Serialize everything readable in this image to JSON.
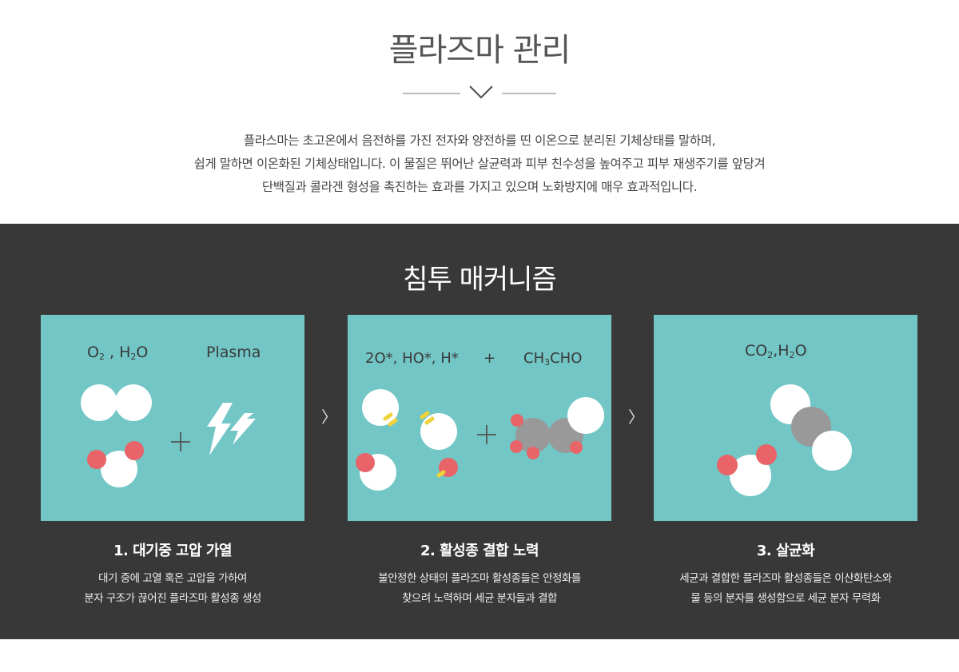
{
  "header": {
    "title": "플라즈마 관리",
    "description": [
      "플라스마는 초고온에서 음전하를 가진 전자와 양전하를 띤 이온으로 분리된 기체상태를 말하며,",
      "쉽게 말하면 이온화된 기체상태입니다. 이 물질은 뛰어난 살균력과 피부 친수성을 높여주고 피부 재생주기를 앞당겨",
      "단백질과 콜라겐 형성을 촉진하는 효과를 가지고 있으며 노화방지에 매우 효과적입니다."
    ]
  },
  "mechanism": {
    "title": "침투 매커니즘",
    "colors": {
      "background": "#383838",
      "card": "#72c6c5",
      "atom_white": "#ffffff",
      "atom_red": "#e86468",
      "atom_gray": "#999999",
      "bond": "#f2d23a"
    },
    "cards": [
      {
        "label_left": {
          "t1": "O",
          "s1": "2",
          "t2": " , H",
          "s2": "2",
          "t3": "O"
        },
        "label_right": "Plasma",
        "title": "1. 대기중 고압 가열",
        "desc": [
          "대기 중에 고열 혹은 고압을 가하여",
          "분자 구조가 끊어진 플라즈마 활성종 생성"
        ]
      },
      {
        "label_left": "2O*, HO*, H*",
        "plus": "+",
        "label_right": {
          "t1": "CH",
          "s1": "3",
          "t2": "CHO"
        },
        "title": "2. 활성종 결합 노력",
        "desc": [
          "불안정한 상태의 플라즈마 활성종들은 안정화를",
          "찾으려 노력하며 세균 분자들과 결합"
        ]
      },
      {
        "label": {
          "t1": "CO",
          "s1": "2",
          "t2": ",H",
          "s2": "2",
          "t3": "O"
        },
        "title": "3. 살균화",
        "desc": [
          "세균과 결합한 플라즈마 활성종들은 이산화탄소와",
          "물 등의 분자를 생성함으로 세균 분자 무력화"
        ]
      }
    ],
    "arrow": "〉"
  }
}
